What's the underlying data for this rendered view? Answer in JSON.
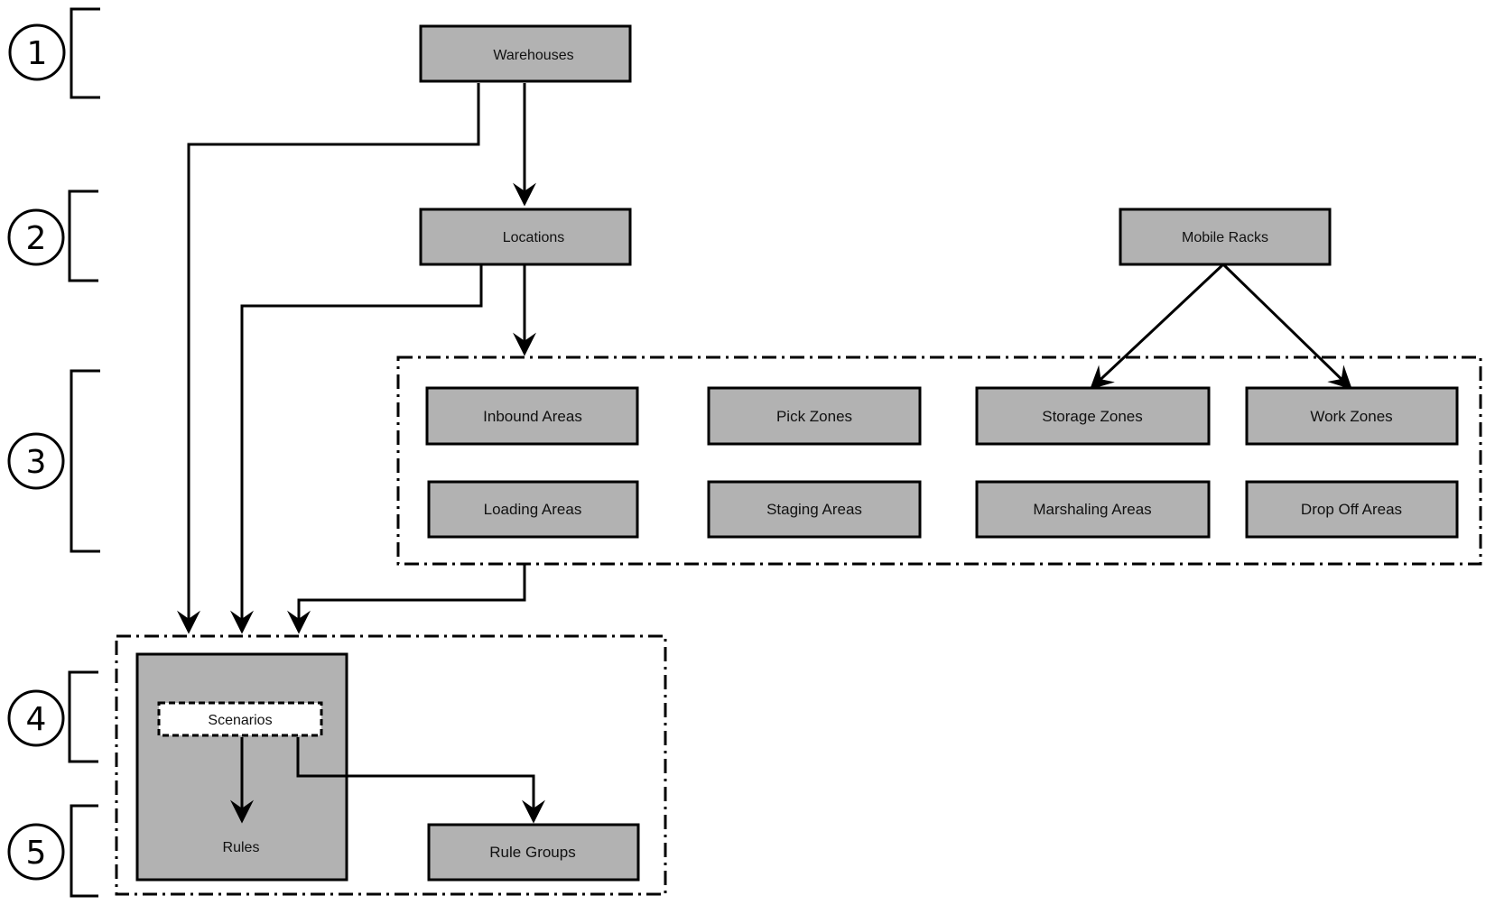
{
  "levels": [
    "1",
    "2",
    "3",
    "4",
    "5"
  ],
  "nodes": {
    "warehouses": "Warehouses",
    "locations": "Locations",
    "mobile_racks": "Mobile Racks",
    "inbound_areas": "Inbound Areas",
    "pick_zones": "Pick Zones",
    "storage_zones": "Storage Zones",
    "work_zones": "Work Zones",
    "loading_areas": "Loading Areas",
    "staging_areas": "Staging Areas",
    "marshaling_areas": "Marshaling Areas",
    "drop_off_areas": "Drop Off Areas",
    "scenarios": "Scenarios",
    "rules": "Rules",
    "rule_groups": "Rule Groups"
  },
  "colors": {
    "box_fill": "#b2b2b2",
    "stroke": "#000000",
    "background": "#ffffff"
  }
}
